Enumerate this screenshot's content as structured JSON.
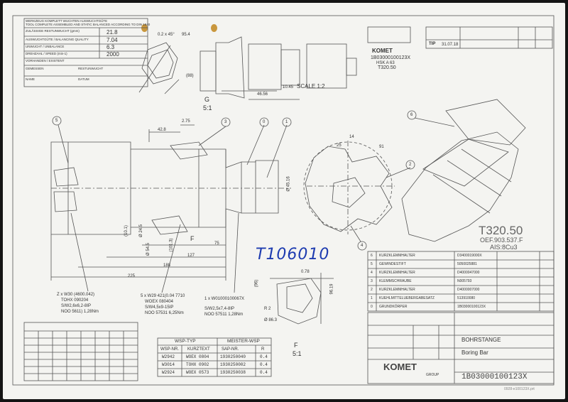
{
  "drawing": {
    "part_code": "T320.50",
    "part_code_small": "T320.50",
    "part_spec": "OEF.903.537.F",
    "part_material": "AIS:8Cu3",
    "id_small": "1B03000100123X",
    "holder": "HSK A 63",
    "id_big": "1B03000100123X",
    "title_de": "BOHRSTANGE",
    "title_en": "Boring Bar",
    "scale_main": "SCALE 1:2",
    "scale_g": "5:1",
    "scale_f": "5:1",
    "view_g": "G",
    "view_f": "F",
    "view_f2": "F",
    "handwritten": "T106010",
    "brand": "KOMET",
    "brand_group": "GROUP",
    "tip_label": "TIP",
    "tip_date": "31.07.18",
    "file": "0928-e100123X.prt"
  },
  "top_table": {
    "rows": [
      {
        "label": "WERKZEUG KOMPLETT WUCHTEN AUSWUCHTGÜTE",
        "value": ""
      },
      {
        "label": "TOOL COMPLETE ASSEMBLED AND STATIC BALANCED ACCORDING TO DIN 1940",
        "value": ""
      },
      {
        "label": "ZULÄSSIGE RESTUNWUCHT (gmm)",
        "value": "21.8"
      },
      {
        "label": "AUSWUCHTGÜTE / BALANCING QUALITY",
        "value": "7.04"
      },
      {
        "label": "UNWUCHT / UNBALANCE",
        "value": "6.3"
      },
      {
        "label": "DREHZAHL / SPEED (min-1)",
        "value": "2000"
      },
      {
        "label": "VORHANDEN / EXISTENT",
        "value": ""
      }
    ],
    "label_gemessen": "GEMESSEN",
    "label_restunwucht": "RESTUNWUCHT",
    "label_name": "NAME",
    "label_datum": "DATUM"
  },
  "dims": {
    "d1": "42.8",
    "d2": "2.75",
    "d3": "75",
    "d4": "127",
    "d5": "188",
    "d6": "225",
    "d7": "(10.1)",
    "d8": "Ø 24.5",
    "d9": "(101.3)",
    "d10": "Ø 54.5",
    "d11": "Ø 45.16",
    "d12": "14",
    "d13": "25",
    "d14": "91",
    "d15": "(88)",
    "d16": "10.45",
    "d17": "46.56",
    "d18": "0.2 x 45°",
    "d19": "95.4",
    "d20": "0.78",
    "d21": "96.19",
    "d22": "R 2",
    "d23": "Ø 86.3",
    "d24": "(96)"
  },
  "callouts": {
    "c1": "1",
    "c2": "2",
    "c3": "3",
    "c4": "4",
    "c5": "5",
    "c6": "6",
    "c0": "0"
  },
  "notes": {
    "n1": "Z x W30 (4600.042)",
    "n1b": "TOHX 090204",
    "n1c": "S/W2,6x6,2-8IP",
    "n1d": "NOO 5611) 1,28Nm",
    "n2": "5 x W29 421(0.04 7710",
    "n2b": "WOEX 080404",
    "n2c": "S/W4,5x9-15IP",
    "n2d": "NOO 57531 6,25Nm",
    "n3": "1 x W01000100067X",
    "n4": "S/W2,5x7,4-8IP",
    "n4b": "NOO 57511 1,28Nm"
  },
  "wsp_table": {
    "header1": "WSP-TYP",
    "header2": "MEISTER-WSP",
    "columns": [
      "WSP-NR.",
      "KURZTEXT",
      "SAP-NR.",
      "R"
    ],
    "rows": [
      [
        "W2942",
        "WOEX 0804",
        "1930250040",
        "0.4"
      ],
      [
        "W3014",
        "TOHX 0902",
        "1930250002",
        "0.4"
      ],
      [
        "W2924",
        "WOEX 0573",
        "1930250038",
        "0.4"
      ]
    ]
  },
  "parts_list": {
    "rows": [
      {
        "pos": "6",
        "name": "KURZKLEMMHALTER",
        "nr": "D3400019000X"
      },
      {
        "pos": "5",
        "name": "GEWINDESTIFT",
        "nr": "5050025881"
      },
      {
        "pos": "4",
        "name": "KURZKLEMMHALTER",
        "nr": "D4000047000"
      },
      {
        "pos": "3",
        "name": "KLEMMSCHRAUBE",
        "nr": "N005793"
      },
      {
        "pos": "2",
        "name": "KURZKLEMMHALTER",
        "nr": "D4000007000"
      },
      {
        "pos": "1",
        "name": "KUEHLMITTELUEBERGABESATZ",
        "nr": "513910080"
      },
      {
        "pos": "0",
        "name": "GRUNDKÖRPER",
        "nr": "1B03000100123X"
      }
    ]
  },
  "colors": {
    "paper": "#f4f4f1",
    "ink": "#444444",
    "handwriting": "#1d3bb0",
    "background": "#141414"
  }
}
